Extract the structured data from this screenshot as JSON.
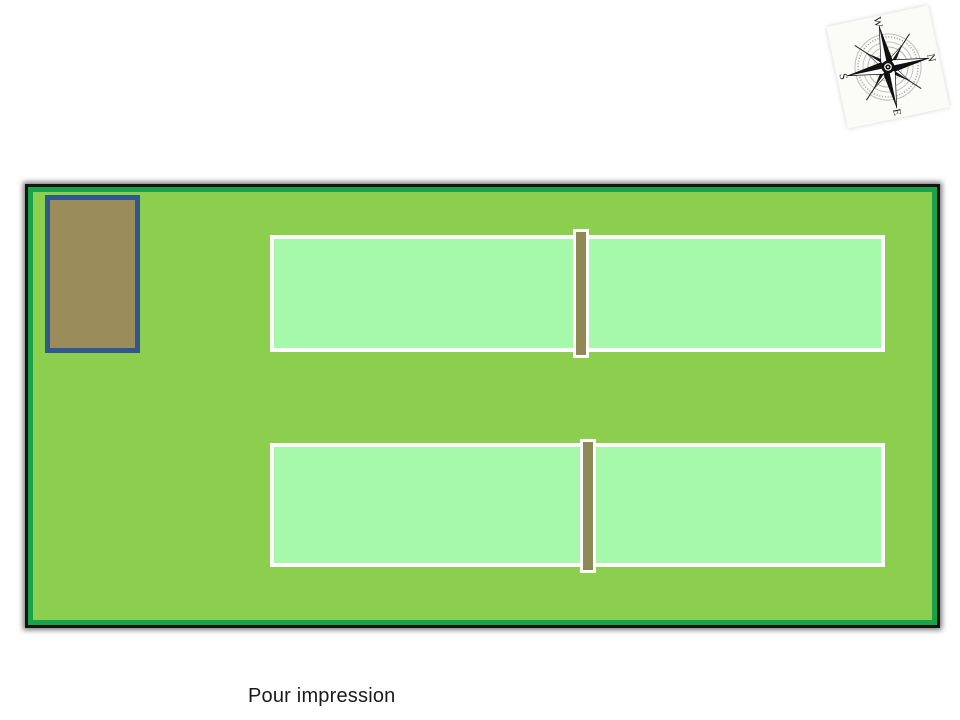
{
  "caption": {
    "text": "Pour impression"
  },
  "compass": {
    "labels": {
      "n": "N",
      "e": "E",
      "s": "S",
      "w": "W"
    },
    "rotation_deg": 78
  },
  "plan": {
    "field": {
      "fill": "#8ccf4e",
      "edge_inner": "#18a34a",
      "edge_outer": "#141414"
    },
    "shed": {
      "fill": "#9b8d5a",
      "border": "#31588e"
    },
    "court": {
      "fill": "#a6f8ab",
      "border": "#ffffff",
      "count": 2
    },
    "divider": {
      "fill": "#8f8a55",
      "border": "#ffffff",
      "count": 2
    }
  }
}
